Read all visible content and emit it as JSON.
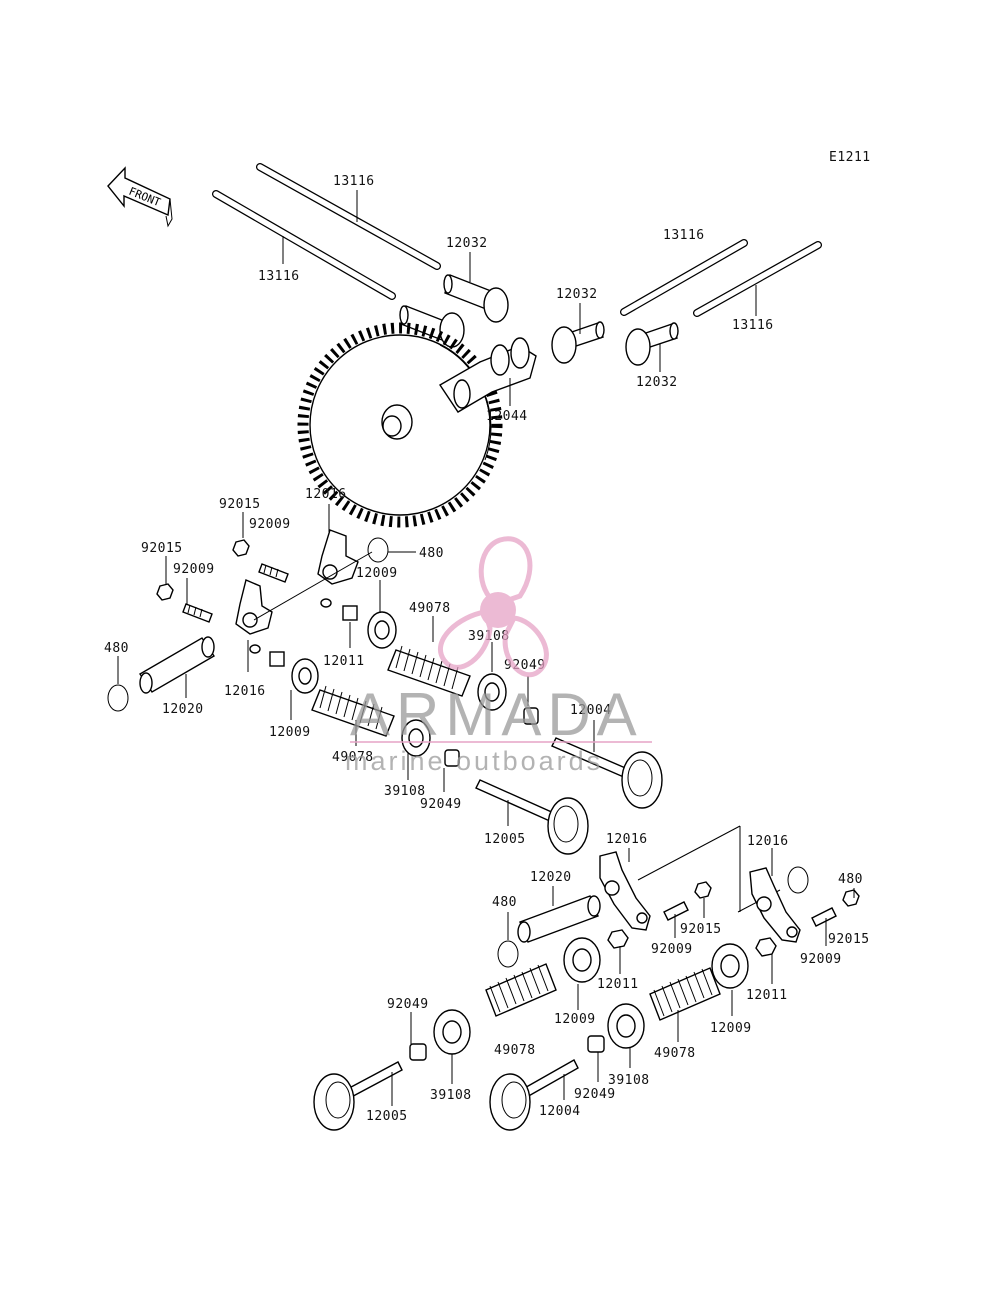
{
  "diagram": {
    "code": "E1211",
    "front_arrow_text": "FRONT",
    "colors": {
      "line": "#000000",
      "background": "#ffffff",
      "watermark_pink": "#e6a3c6",
      "watermark_text": "#9a9a9a"
    }
  },
  "watermark": {
    "title": "ARMADA",
    "subtitle": "marine outboards"
  },
  "callouts": [
    "13116",
    "13116",
    "12032",
    "13116",
    "13116",
    "12032",
    "12032",
    "12044",
    "92015",
    "92009",
    "12016",
    "480",
    "92015",
    "92009",
    "12009",
    "49078",
    "39108",
    "480",
    "12011",
    "92049",
    "12016",
    "12020",
    "12009",
    "12004",
    "49078",
    "39108",
    "92049",
    "12005",
    "12016",
    "12016",
    "12020",
    "480",
    "480",
    "92015",
    "92009",
    "92015",
    "12011",
    "92009",
    "12011",
    "12009",
    "92049",
    "12009",
    "49078",
    "49078",
    "39108",
    "39108",
    "92049",
    "12005",
    "12004"
  ]
}
